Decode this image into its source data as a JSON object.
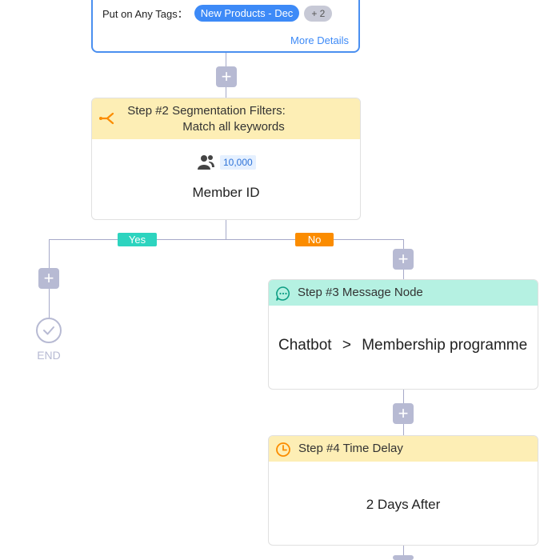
{
  "step1": {
    "tags_label": "Put on Any Tags：",
    "tag": "New Products - Dec",
    "more_count": "+ 2",
    "more_details": "More Details"
  },
  "step2": {
    "title_line1": "Step #2 Segmentation Filters:",
    "title_line2": "Match all keywords",
    "count": "10,000",
    "field": "Member ID"
  },
  "branches": {
    "yes": "Yes",
    "no": "No"
  },
  "end_label": "END",
  "step3": {
    "title": "Step #3 Message Node",
    "path": [
      "Chatbot",
      ">",
      "Membership programme"
    ]
  },
  "step4": {
    "title": "Step #4 Time Delay",
    "delay": "2 Days After"
  },
  "plus_symbol": "+",
  "colors": {
    "primary": "#3d8af7",
    "yes": "#2dd4bf",
    "no": "#fb8c00",
    "connector": "#a6a9c9",
    "filter_header": "#fdeeb5",
    "message_header": "#b5f1e2"
  }
}
